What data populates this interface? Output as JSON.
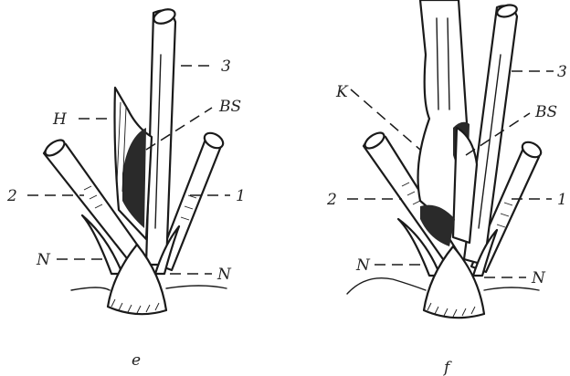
{
  "panels": [
    {
      "caption": "e",
      "labels": {
        "three": "3",
        "h": "H",
        "bs": "BS",
        "two": "2",
        "one": "1",
        "n_left": "N",
        "n_right": "N"
      }
    },
    {
      "caption": "f",
      "labels": {
        "k": "K",
        "three": "3",
        "bs": "BS",
        "two": "2",
        "one": "1",
        "n_left": "N",
        "n_right": "N"
      }
    }
  ]
}
